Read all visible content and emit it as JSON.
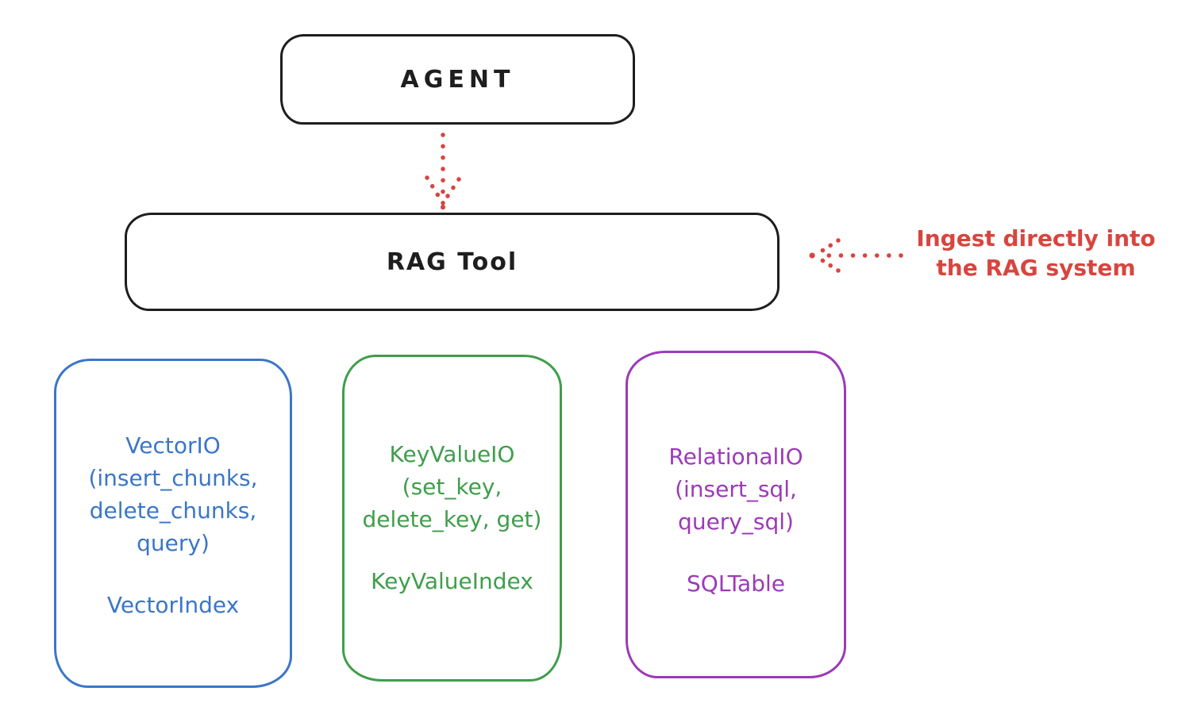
{
  "diagram": {
    "agent": {
      "label": "AGENT"
    },
    "rag_tool": {
      "label": "RAG Tool"
    },
    "annotation": {
      "line1": "Ingest directly into",
      "line2": "the RAG system"
    },
    "backends": [
      {
        "name": "VectorIO",
        "lines": [
          "VectorIO",
          "(insert_chunks,",
          "delete_chunks,",
          "query)"
        ],
        "index_label": "VectorIndex",
        "color": "#3b76c8"
      },
      {
        "name": "KeyValueIO",
        "lines": [
          "KeyValueIO",
          "(set_key,",
          "delete_key, get)"
        ],
        "index_label": "KeyValueIndex",
        "color": "#3f9e4c"
      },
      {
        "name": "RelationalIO",
        "lines": [
          "RelationalIO",
          "(insert_sql,",
          "query_sql)"
        ],
        "index_label": "SQLTable",
        "color": "#9c3ab8"
      }
    ],
    "colors": {
      "outline": "#1e1e1e",
      "arrow": "#d8453f",
      "annotation_text": "#d8453f",
      "background": "#ffffff"
    }
  }
}
